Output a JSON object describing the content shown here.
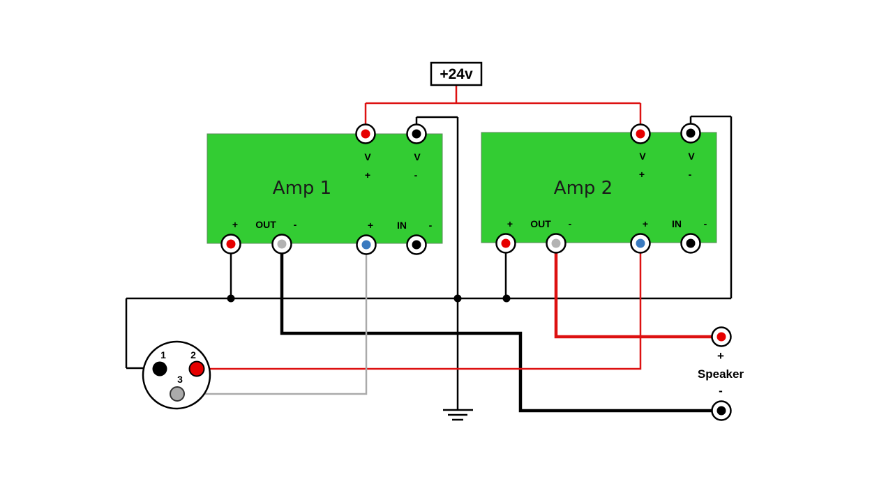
{
  "supply": {
    "label": "+24v"
  },
  "amps": [
    {
      "title": "Amp 1",
      "v_plus_top": "V",
      "v_plus_bottom": "+",
      "v_minus_top": "V",
      "v_minus_bottom": "-",
      "out_label": "OUT",
      "out_plus": "+",
      "out_minus": "-",
      "in_label": "IN",
      "in_plus": "+",
      "in_minus": "-"
    },
    {
      "title": "Amp 2",
      "v_plus_top": "V",
      "v_plus_bottom": "+",
      "v_minus_top": "V",
      "v_minus_bottom": "-",
      "out_label": "OUT",
      "out_plus": "+",
      "out_minus": "-",
      "in_label": "IN",
      "in_plus": "+",
      "in_minus": "-"
    }
  ],
  "xlr": {
    "pin1": "1",
    "pin2": "2",
    "pin3": "3"
  },
  "speaker": {
    "label": "Speaker",
    "plus": "+",
    "minus": "-"
  },
  "colors": {
    "amp_fill": "#33cc33",
    "positive": "#dd1111",
    "signal_pin": "#3a7abf",
    "ground": "#000000",
    "xlr_pin3": "#aaaaaa"
  }
}
